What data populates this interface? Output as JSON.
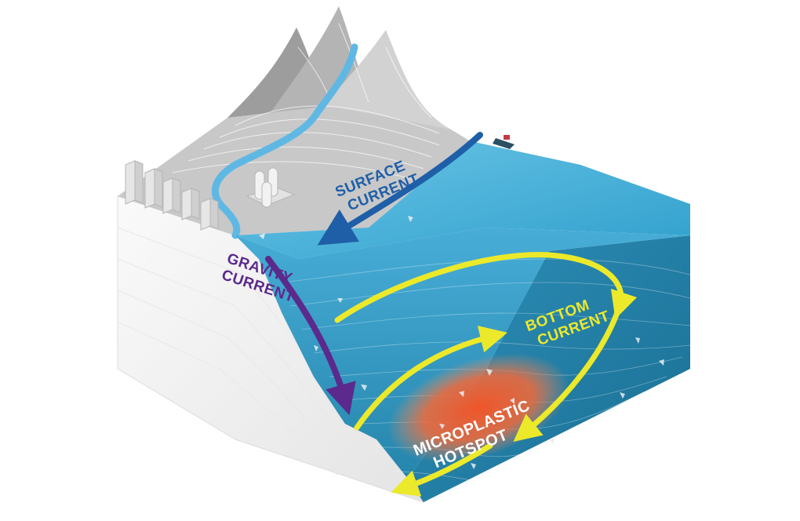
{
  "labels": {
    "surface": [
      "SURFACE",
      "CURRENT"
    ],
    "gravity": [
      "GRAVITY",
      "CURRENT"
    ],
    "bottom": [
      "BOTTOM",
      "CURRENT"
    ],
    "hotspot": [
      "MICROPLASTIC",
      "HOTSPOT"
    ]
  },
  "colors": {
    "surface_arrow": "#1f5fa8",
    "gravity_arrow": "#5b2a8c",
    "bottom_arrow": "#ece92a",
    "hotspot": "#f0552a",
    "ocean": "#2aa0cf",
    "mountains": "#bdbdbd"
  },
  "icons": [
    "city-buildings-icon",
    "factory-icon",
    "ship-icon"
  ]
}
